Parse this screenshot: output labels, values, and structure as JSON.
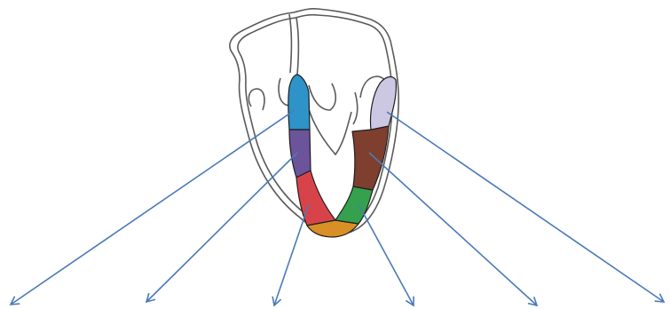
{
  "diagram": {
    "background": "#ffffff",
    "outline_color": "#5a5a5a",
    "segment_outline_color": "#1f1f1f",
    "arrow_color": "#4a7ab8",
    "segments": [
      {
        "id": "segment-blue",
        "color": "#2e93c8"
      },
      {
        "id": "segment-purple",
        "color": "#6b549a"
      },
      {
        "id": "segment-red",
        "color": "#d8434a"
      },
      {
        "id": "segment-orange",
        "color": "#d88f25"
      },
      {
        "id": "segment-green",
        "color": "#35a04d"
      },
      {
        "id": "segment-brown",
        "color": "#7e3f2f"
      },
      {
        "id": "segment-lavender",
        "color": "#ccc8e4"
      }
    ],
    "arrows": [
      {
        "id": "arrow-1"
      },
      {
        "id": "arrow-2"
      },
      {
        "id": "arrow-3"
      },
      {
        "id": "arrow-4"
      },
      {
        "id": "arrow-5"
      },
      {
        "id": "arrow-6"
      }
    ]
  }
}
